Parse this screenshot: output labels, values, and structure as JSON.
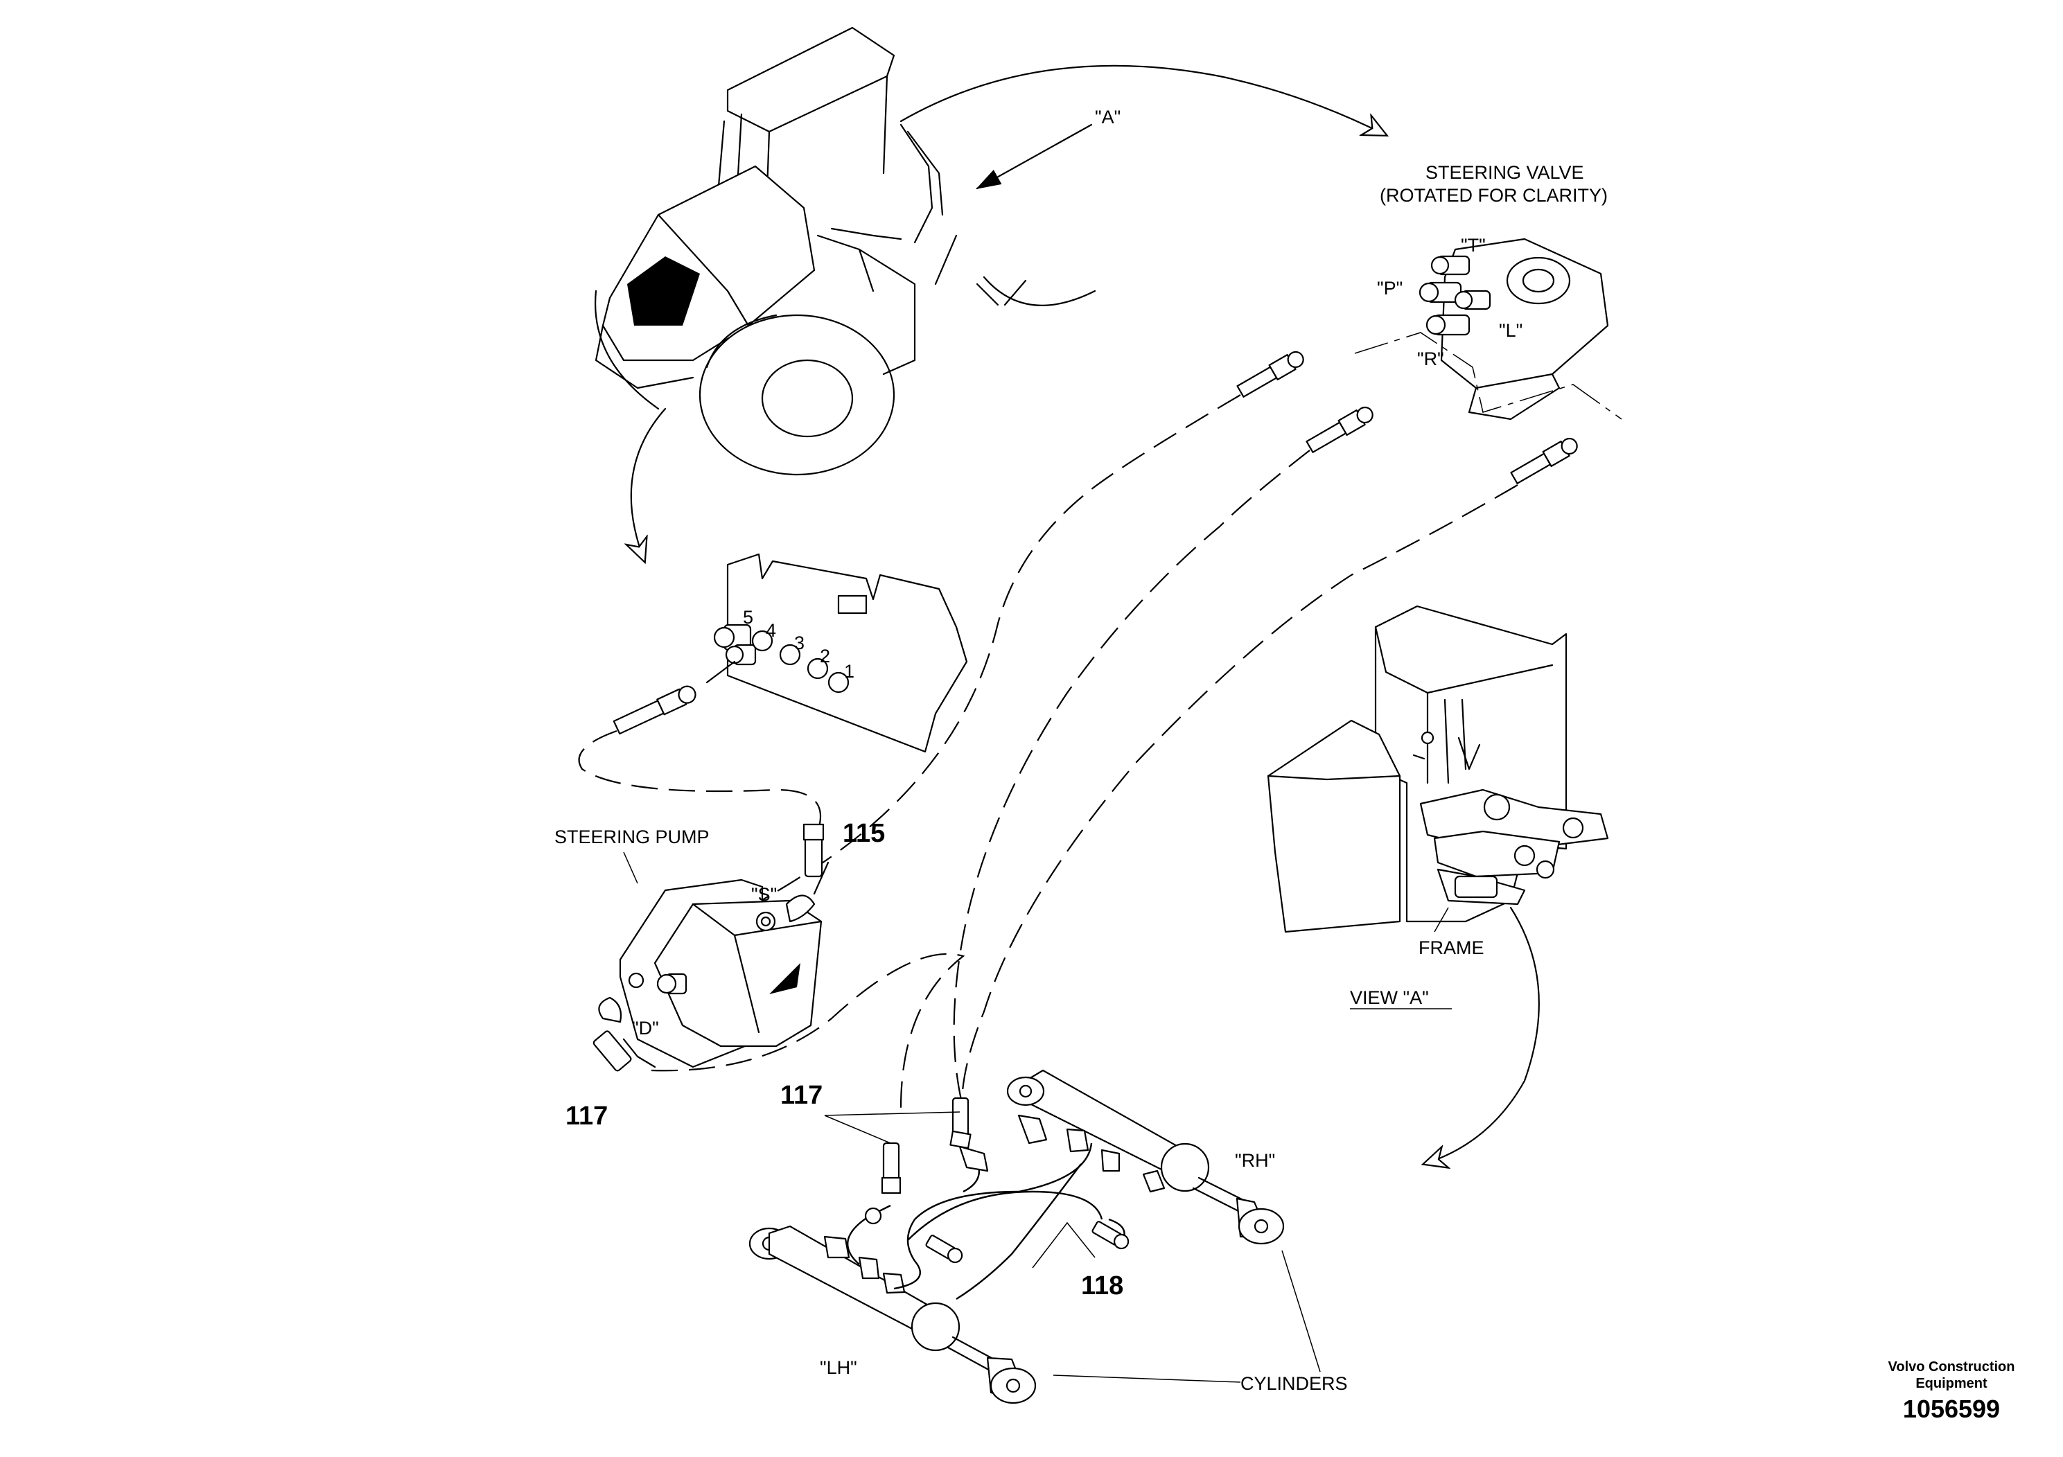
{
  "labels": {
    "view_callout": "\"A\"",
    "steering_valve_line1": "STEERING VALVE",
    "steering_valve_line2": "(ROTATED FOR CLARITY)",
    "port_t": "\"T\"",
    "port_p": "\"P\"",
    "port_l": "\"L\"",
    "port_r": "\"R\"",
    "port_5": "5",
    "port_4": "4",
    "port_3": "3",
    "port_2": "2",
    "port_1": "1",
    "steering_pump": "STEERING PUMP",
    "port_s": "\"S\"",
    "port_d": "\"D\"",
    "frame": "FRAME",
    "view_a": "VIEW \"A\"",
    "rh": "\"RH\"",
    "lh": "\"LH\"",
    "cylinders": "CYLINDERS"
  },
  "parts": {
    "p115": "115",
    "p117_pump": "117",
    "p117_cyl": "117",
    "p118": "118"
  },
  "footer": {
    "brand_line1": "Volvo Construction",
    "brand_line2": "Equipment",
    "doc_number": "1056599"
  }
}
